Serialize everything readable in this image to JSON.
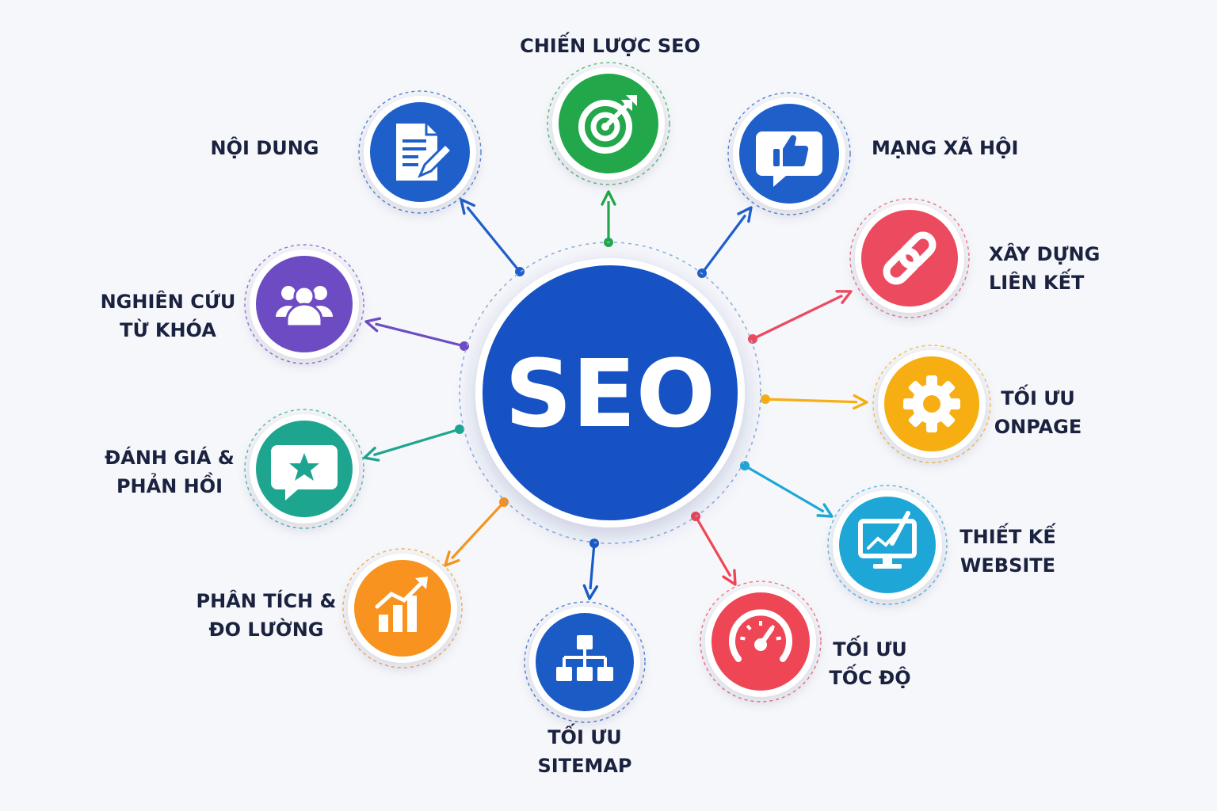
{
  "center": {
    "label": "SEO",
    "color": "#1652c4"
  },
  "nodes": [
    {
      "id": "chien-luoc-seo",
      "lines": [
        "CHIẾN LƯỢC SEO"
      ],
      "color": "#22a84a",
      "icon": "target-icon"
    },
    {
      "id": "mang-xa-hoi",
      "lines": [
        "MẠNG XÃ HỘI"
      ],
      "color": "#1f5fc9",
      "icon": "thumbs-up-icon"
    },
    {
      "id": "xay-dung-lien-ket",
      "lines": [
        "XÂY DỰNG",
        "LIÊN KẾT"
      ],
      "color": "#ec4a5e",
      "icon": "link-icon"
    },
    {
      "id": "toi-uu-onpage",
      "lines": [
        "TỐI ƯU",
        "ONPAGE"
      ],
      "color": "#f7ae13",
      "icon": "gear-icon"
    },
    {
      "id": "thiet-ke-website",
      "lines": [
        "THIẾT KẾ",
        "WEBSITE"
      ],
      "color": "#1ea7d6",
      "icon": "monitor-design-icon"
    },
    {
      "id": "toi-uu-toc-do",
      "lines": [
        "TỐI ƯU",
        "TỐC ĐỘ"
      ],
      "color": "#ee4655",
      "icon": "speedometer-icon"
    },
    {
      "id": "toi-uu-sitemap",
      "lines": [
        "TỐI ƯU",
        "SITEMAP"
      ],
      "color": "#1a5bc6",
      "icon": "sitemap-icon"
    },
    {
      "id": "phan-tich-do-luong",
      "lines": [
        "PHÂN TÍCH &",
        "ĐO LƯỜNG"
      ],
      "color": "#f7931e",
      "icon": "growth-chart-icon"
    },
    {
      "id": "danh-gia-phan-hoi",
      "lines": [
        "ĐÁNH GIÁ &",
        "PHẢN HỒI"
      ],
      "color": "#1ea58f",
      "icon": "star-chat-icon"
    },
    {
      "id": "nghien-cuu-tu-khoa",
      "lines": [
        "NGHIÊN CỨU",
        "TỪ KHÓA"
      ],
      "color": "#6d4bc3",
      "icon": "users-group-icon"
    },
    {
      "id": "noi-dung",
      "lines": [
        "NỘI DUNG"
      ],
      "color": "#1f5fc9",
      "icon": "document-edit-icon"
    }
  ]
}
